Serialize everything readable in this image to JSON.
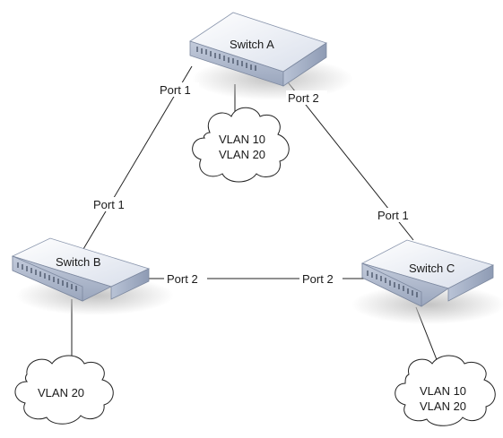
{
  "switches": [
    {
      "id": "a",
      "label": "Switch A"
    },
    {
      "id": "b",
      "label": "Switch B"
    },
    {
      "id": "c",
      "label": "Switch C"
    }
  ],
  "ports": {
    "a_port1": "Port 1",
    "a_port2": "Port 2",
    "b_port1": "Port 1",
    "b_port2": "Port 2",
    "c_port1": "Port 1",
    "c_port2": "Port 2"
  },
  "clouds": {
    "a": [
      "VLAN 10",
      "VLAN 20"
    ],
    "b": [
      "VLAN 20"
    ],
    "c": [
      "VLAN 10",
      "VLAN 20"
    ]
  },
  "colors": {
    "switch_top": "#ffffff",
    "switch_top_edge": "#c8d0e0",
    "switch_side": "#a9b6cc",
    "shadow": "#cfcfcf",
    "line": "#222222"
  }
}
